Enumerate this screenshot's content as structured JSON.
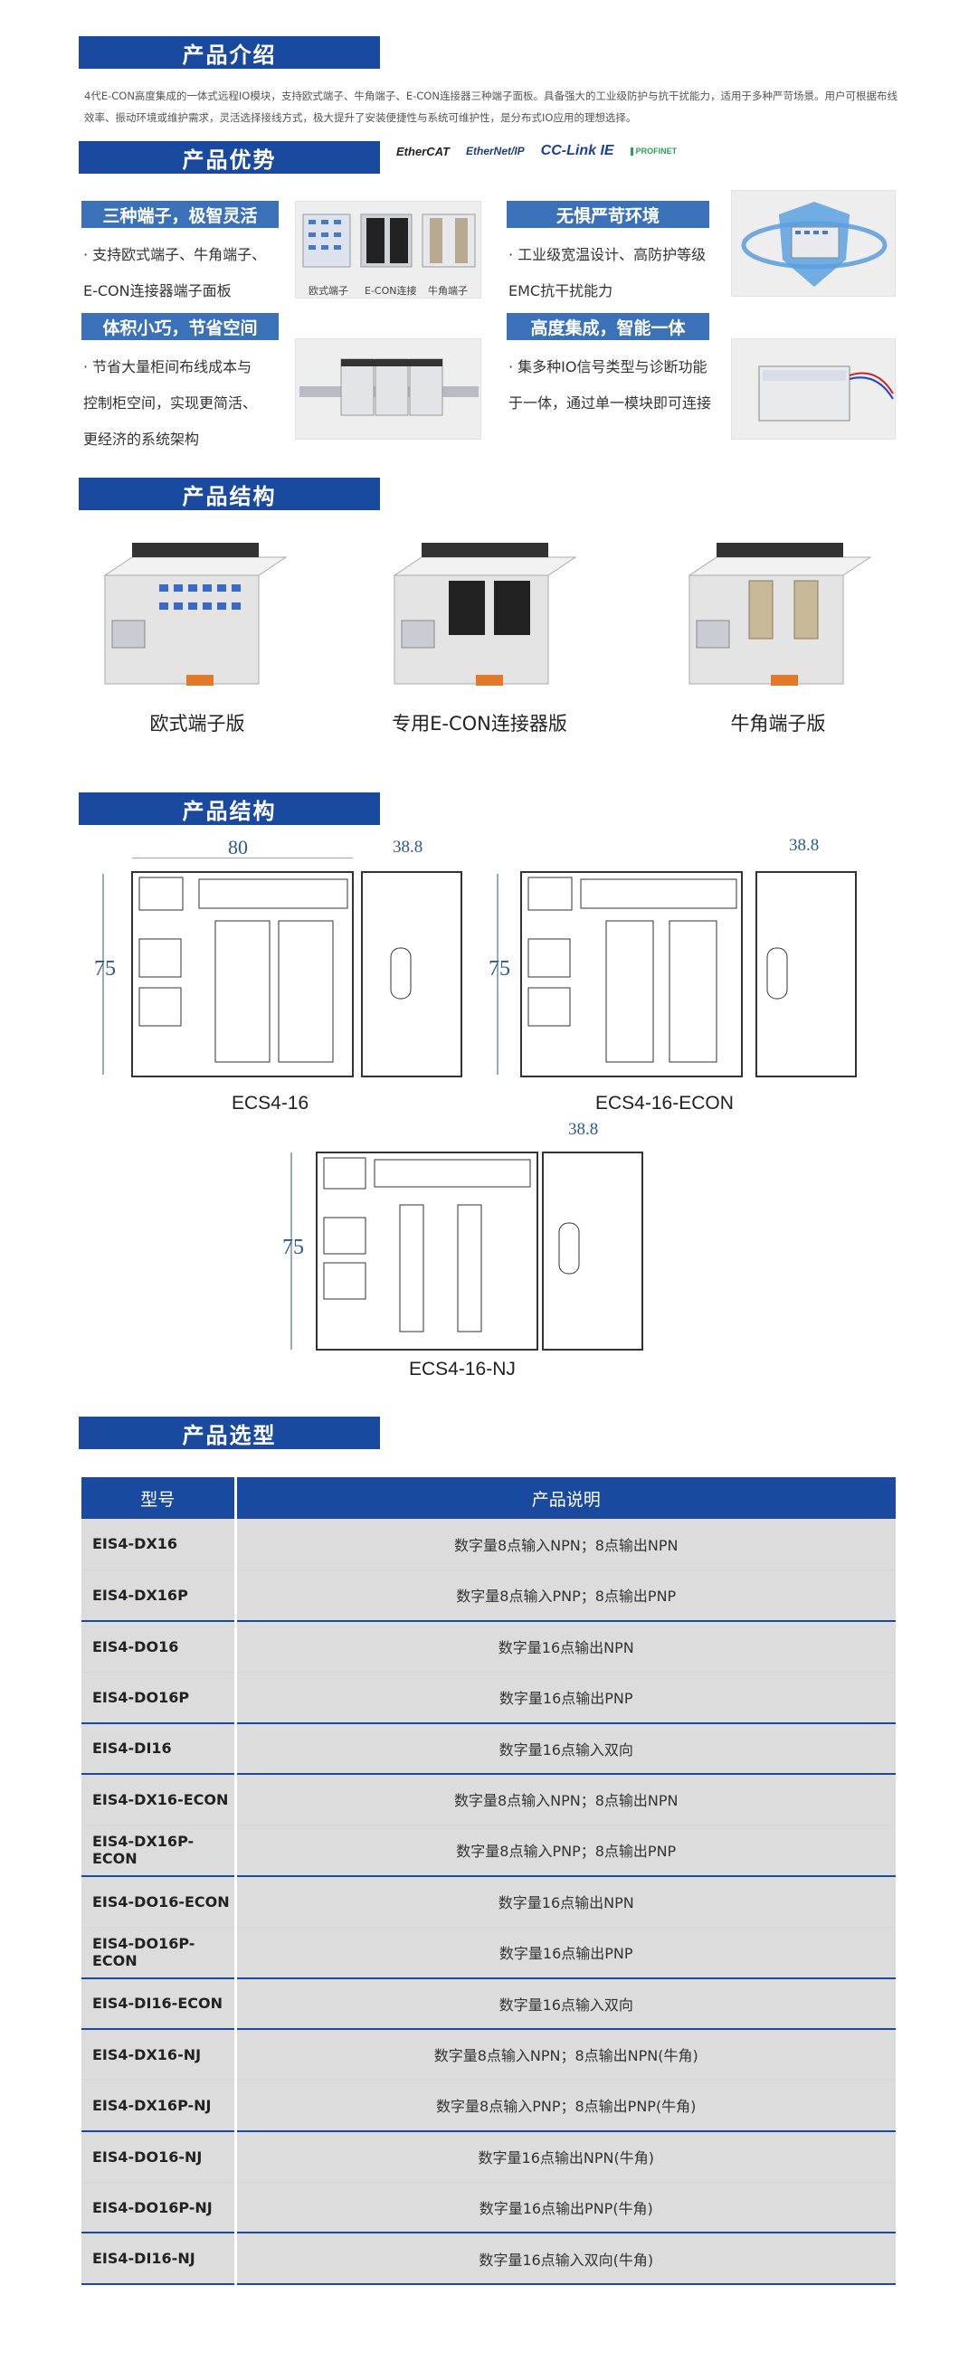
{
  "sections": {
    "intro_title": "产品介绍",
    "advantage_title": "产品优势",
    "structure_title": "产品结构",
    "structure2_title": "产品结构",
    "selection_title": "产品选型"
  },
  "intro": {
    "text": "4代E-CON高度集成的一体式远程IO模块，支持欧式端子、牛角端子、E-CON连接器三种端子面板。具备强大的工业级防护与抗干扰能力，适用于多种严苛场景。用户可根据布线效率、振动环境或维护需求，灵活选择接线方式，极大提升了安装便捷性与系统可维护性，是分布式IO应用的理想选择。"
  },
  "protocol_logos": [
    "EtherCAT",
    "EtherNet/IP",
    "CC-Link IE",
    "PROFINET"
  ],
  "advantages": [
    {
      "label": "三种端子，极智灵活",
      "text": "· 支持欧式端子、牛角端子、\nE-CON连接器端子面板",
      "img_labels": [
        "欧式端子",
        "E-CON连接",
        "牛角端子"
      ]
    },
    {
      "label": "无惧严苛环境",
      "text": "· 工业级宽温设计、高防护等级\nEMC抗干扰能力"
    },
    {
      "label": "体积小巧，节省空间",
      "text": "· 节省大量柜间布线成本与\n控制柜空间，实现更简活、\n更经济的系统架构"
    },
    {
      "label": "高度集成，智能一体",
      "text": "· 集多种IO信号类型与诊断功能\n于一体，通过单一模块即可连接"
    }
  ],
  "structure_captions": [
    "欧式端子版",
    "专用E-CON连接器版",
    "牛角端子版"
  ],
  "drawings": {
    "width_label": "80",
    "height_label": "75",
    "depth_label": "38.8",
    "captions": [
      "ECS4-16",
      "ECS4-16-ECON",
      "ECS4-16-NJ"
    ]
  },
  "table": {
    "headers": [
      "型号",
      "产品说明"
    ],
    "rows": [
      {
        "model": "EIS4-DX16",
        "desc": "数字量8点输入NPN；8点输出NPN"
      },
      {
        "model": "EIS4-DX16P",
        "desc": "数字量8点输入PNP；8点输出PNP"
      },
      {
        "model": "EIS4-DO16",
        "desc": "数字量16点输出NPN"
      },
      {
        "model": "EIS4-DO16P",
        "desc": "数字量16点输出PNP"
      },
      {
        "model": "EIS4-DI16",
        "desc": "数字量16点输入双向"
      },
      {
        "model": "EIS4-DX16-ECON",
        "desc": "数字量8点输入NPN；8点输出NPN"
      },
      {
        "model": "EIS4-DX16P-ECON",
        "desc": "数字量8点输入PNP；8点输出PNP"
      },
      {
        "model": "EIS4-DO16-ECON",
        "desc": "数字量16点输出NPN"
      },
      {
        "model": "EIS4-DO16P-ECON",
        "desc": "数字量16点输出PNP"
      },
      {
        "model": "EIS4-DI16-ECON",
        "desc": "数字量16点输入双向"
      },
      {
        "model": "EIS4-DX16-NJ",
        "desc": "数字量8点输入NPN；8点输出NPN(牛角)"
      },
      {
        "model": "EIS4-DX16P-NJ",
        "desc": "数字量8点输入PNP；8点输出PNP(牛角)"
      },
      {
        "model": "EIS4-DO16-NJ",
        "desc": "数字量16点输出NPN(牛角)"
      },
      {
        "model": "EIS4-DO16P-NJ",
        "desc": "数字量16点输出PNP(牛角)"
      },
      {
        "model": "EIS4-DI16-NJ",
        "desc": "数字量16点输入双向(牛角)"
      }
    ]
  },
  "colors": {
    "primary": "#1a4aa0",
    "label_blue": "#3a71b8",
    "table_cell": "#dcdcdc"
  }
}
